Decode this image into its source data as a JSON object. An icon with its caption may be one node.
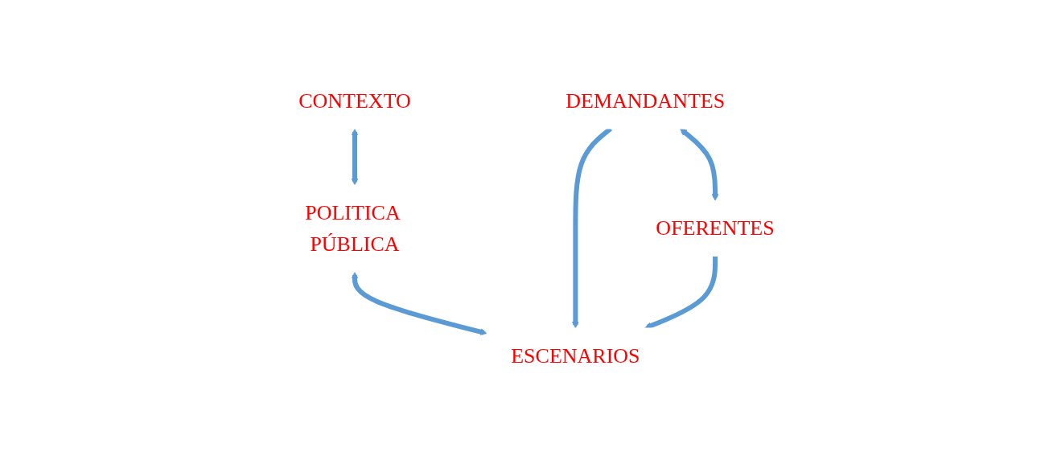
{
  "diagram": {
    "nodes": [
      {
        "text": [
          "DEMANDANTES"
        ]
      },
      {
        "text": [
          "OFERENTES"
        ]
      },
      {
        "text": [
          "CONTEXTO"
        ]
      },
      {
        "text": [
          "POLITICA PÚBLICA"
        ]
      },
      {
        "text": [
          "ESCENARIOS"
        ]
      }
    ],
    "edges": [
      {
        "from": 0,
        "to": 1,
        "arrow": "both"
      },
      {
        "from": 2,
        "to": 3,
        "arrow": "both"
      },
      {
        "from": 3,
        "to": 4,
        "arrow": "both"
      },
      {
        "from": 0,
        "to": 4,
        "arrow": "to"
      },
      {
        "from": 1,
        "to": 4,
        "arrow": "to"
      }
    ]
  }
}
